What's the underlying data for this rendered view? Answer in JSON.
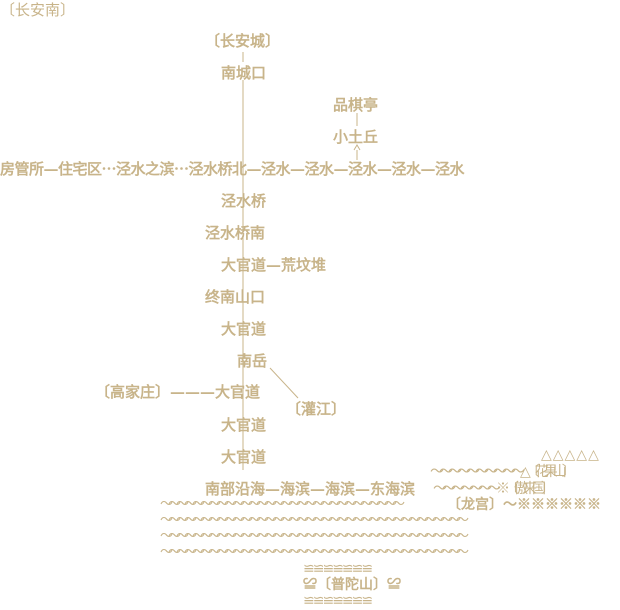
{
  "colors": {
    "text": "#c8b48a",
    "line": "#c8b48a",
    "background": "#ffffff"
  },
  "labels": {
    "corner_title": "〔长安南〕",
    "changan_city": "〔长安城〕",
    "south_gate": "南城口",
    "pin_qi_ting": "品棋亭",
    "xiao_tu_qiu": "小土丘",
    "jingshui_row": "房管所—住宅区⋯泾水之滨⋯泾水桥北—泾水—泾水—泾水—泾水—泾水",
    "jingshui_bridge": "泾水桥",
    "jingshui_bridge_south": "泾水桥南",
    "dagaundao_huangfen": "大官道—荒坟堆",
    "zhongnan_pass": "终南山口",
    "dagaundao_1": "大官道",
    "nanyue": "南岳",
    "gaojiazhuang": "〔高家庄〕———大官道",
    "guanjiang": "〔灌江〕",
    "dagaundao_2": "大官道",
    "dagaundao_3": "大官道",
    "coast_row": "南部沿海—海滨—海滨—东海滨",
    "triangles_top": "△△△△△",
    "waves_huaguo": "〜〜〜〜〜〜〜〜〜〜△〔花果山〕",
    "waves_aolai": "〜〜〜〜〜〜〜※〔傲来国〕",
    "sea_row_1": "〜〜〜〜〜〜〜〜〜〜〜〜〜〜〜〜〜〜〜〜〜〜〜〜〜〜〜〜〜〜",
    "longgong": "〔龙宫〕〜※※※※※※",
    "sea_row_2": "〜〜〜〜〜〜〜〜〜〜〜〜〜〜〜〜〜〜〜〜〜〜〜〜〜〜〜〜〜〜〜〜〜〜〜〜〜〜",
    "sea_row_3": "〜〜〜〜〜〜〜〜〜〜〜〜〜〜〜〜〜〜〜〜〜〜〜〜〜〜〜〜〜〜〜〜〜〜〜〜〜〜",
    "sea_row_4": "〜〜〜〜〜〜〜〜〜〜〜〜〜〜〜〜〜〜〜〜〜〜〜〜〜〜〜〜〜〜〜〜〜〜〜〜〜〜",
    "putuo_top": "≌≌≌≌≌≌≌",
    "putuo_mid": "≌〔普陀山〕≌",
    "putuo_bottom": "≌≌≌≌≌≌≌"
  }
}
